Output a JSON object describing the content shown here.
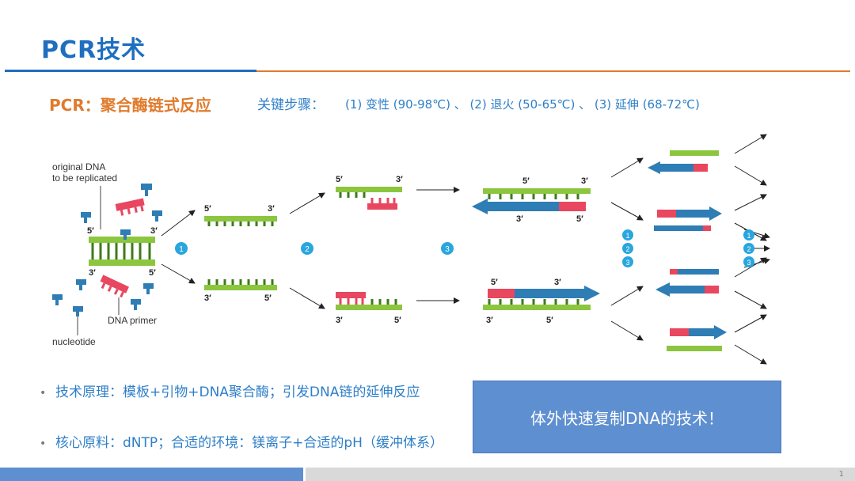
{
  "title": "PCR技术",
  "subtitle": "PCR：聚合酶链式反应",
  "steps_label": "关键步骤：",
  "steps_text": "(1) 变性 (90-98℃) 、 (2) 退火 (50-65℃) 、 (3) 延伸 (68-72℃)",
  "diagram": {
    "label_original": "original DNA",
    "label_replicated": "to be replicated",
    "label_primer": "DNA primer",
    "label_nucleotide": "nucleotide",
    "prime5": "5′",
    "prime3": "3′",
    "step1": "1",
    "step2": "2",
    "step3": "3"
  },
  "bullets": [
    "技术原理：模板+引物+DNA聚合酶；引发DNA链的延伸反应",
    "核心原料：dNTP；合适的环境：镁离子+合适的pH（缓冲体系）"
  ],
  "callout": "体外快速复制DNA的技术！",
  "page_number": "1",
  "colors": {
    "green": "#8cc63f",
    "blue": "#2e7db5",
    "red": "#e8475f",
    "step": "#29a6dd",
    "teal": "#3a84a8"
  }
}
